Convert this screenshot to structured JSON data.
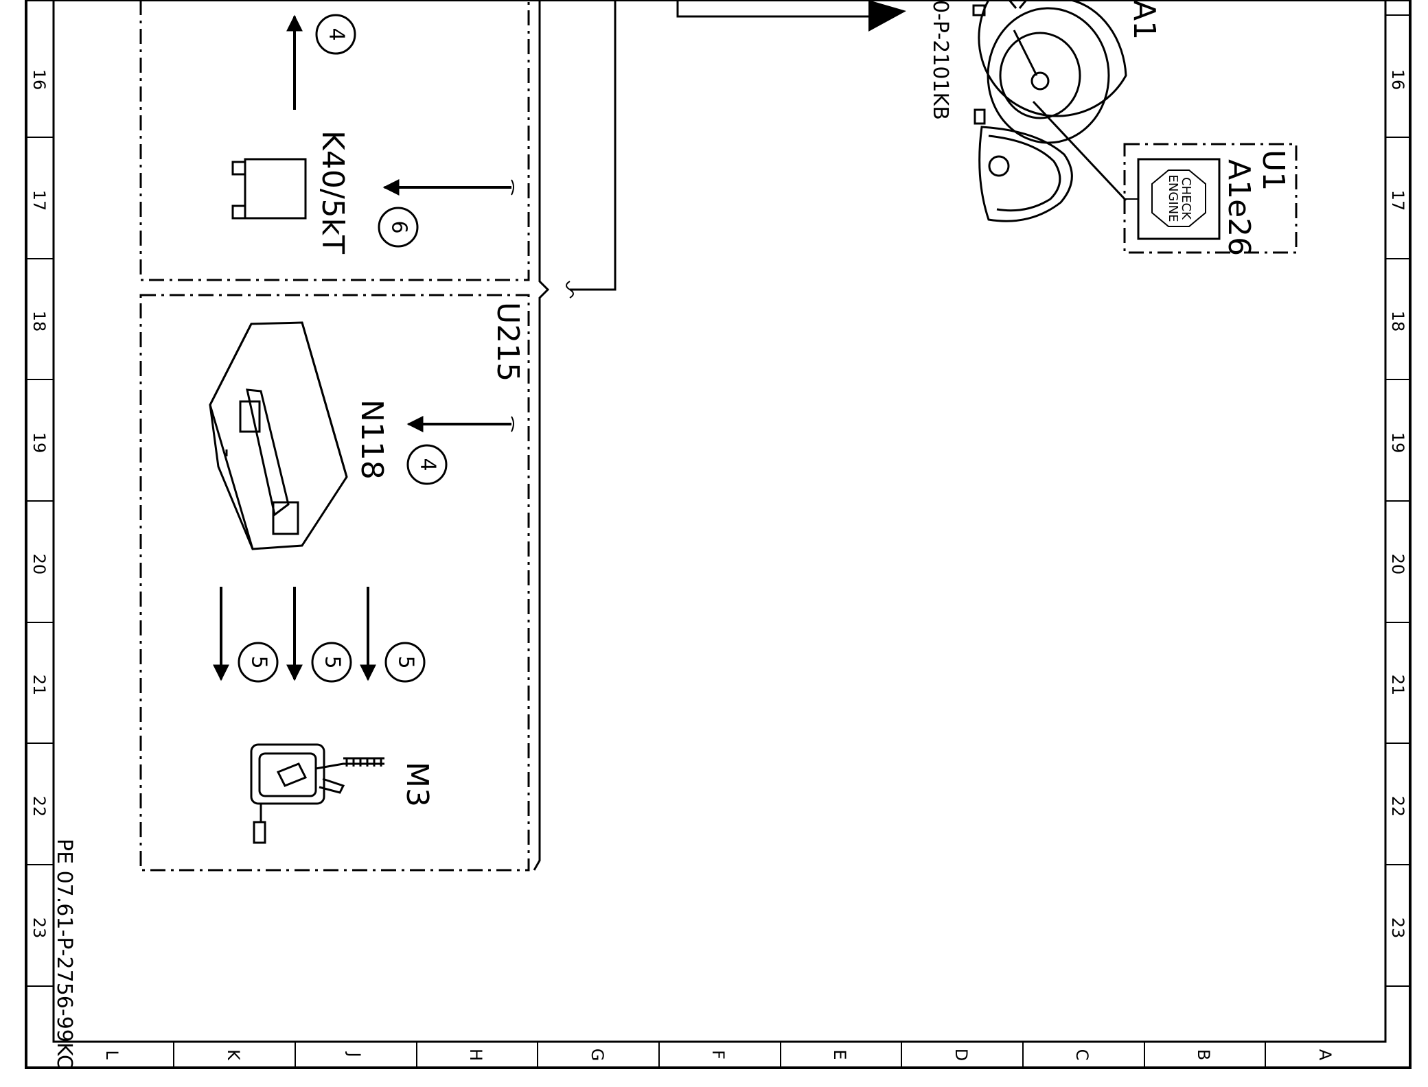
{
  "diagram": {
    "ruler_numbers": [
      "16",
      "17",
      "18",
      "19",
      "20",
      "21",
      "22",
      "23"
    ],
    "ruler_letters": [
      "L",
      "K",
      "J",
      "H",
      "G",
      "F",
      "E",
      "D",
      "C",
      "B",
      "A"
    ],
    "group_label": "U215",
    "components": {
      "relay": "K40/5kT",
      "control_unit": "N118",
      "motor": "M3",
      "lamp_code": "A1e26",
      "lamp_group": "U1",
      "cluster_partial": "A1",
      "cluster_ref": "0-P-2101KB"
    },
    "lamp_text": [
      "CHECK",
      "ENGINE"
    ],
    "callouts": {
      "relay_up": "4",
      "relay_left": "6",
      "n118": "4",
      "m3_a": "5",
      "m3_b": "5",
      "m3_c": "5"
    },
    "footer_ref": "PE 07.61-P-2756-99KC",
    "colors": {
      "ink": "#000000",
      "paper": "#ffffff"
    }
  }
}
